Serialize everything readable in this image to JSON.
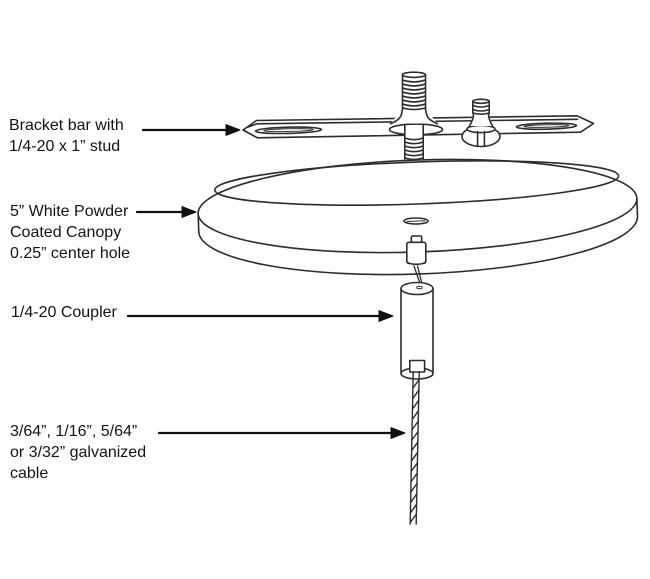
{
  "figure": {
    "title": "Canopy suspension kit exploded diagram",
    "background": "#ffffff",
    "ink": "#2d2d2d",
    "text_color": "#131313"
  },
  "labels": {
    "bracket": {
      "line1": "Bracket bar with",
      "line2": "1/4-20 x 1” stud"
    },
    "canopy": {
      "line1": "5” White Powder",
      "line2": "Coated Canopy",
      "line3": "0.25” center hole"
    },
    "coupler": {
      "line1": "1/4-20 Coupler"
    },
    "cable": {
      "line1": "3/64”, 1/16”, 5/64”",
      "line2": "or 3/32” galvanized",
      "line3": "cable"
    }
  }
}
